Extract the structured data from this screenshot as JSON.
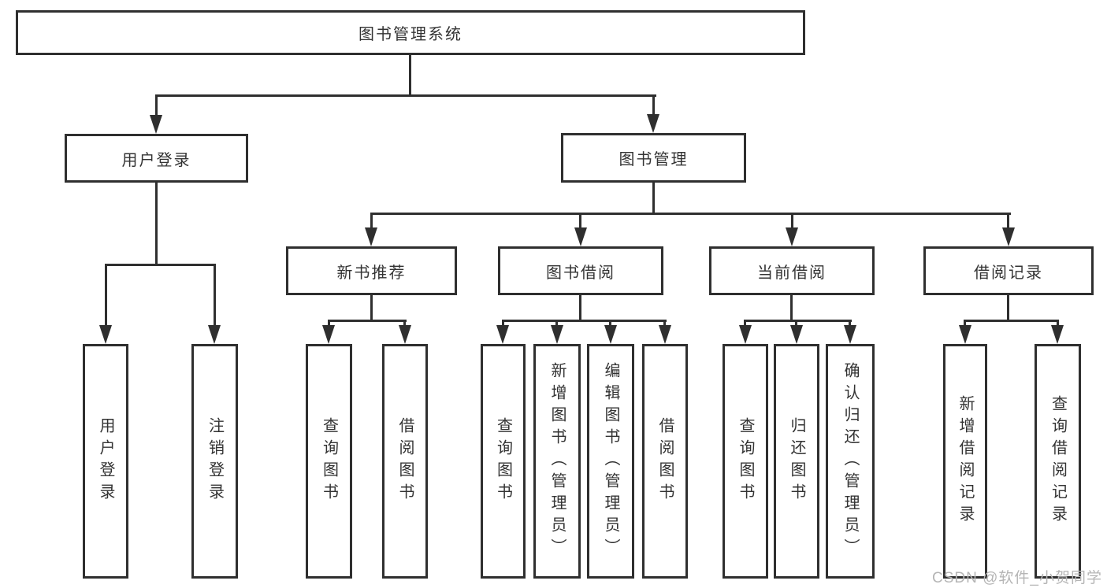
{
  "diagram": {
    "nodes": {
      "root": "图书管理系统",
      "user_login": "用户登录",
      "book_mgmt": "图书管理",
      "new_books": "新书推荐",
      "book_borrow": "图书借阅",
      "current_borrow": "当前借阅",
      "borrow_records": "借阅记录"
    },
    "leaves": {
      "user_login": [
        "用户登录",
        "注销登录"
      ],
      "new_books": [
        "查询图书",
        "借阅图书"
      ],
      "book_borrow": [
        "查询图书",
        "新增图书（管理员）",
        "编辑图书（管理员）",
        "借阅图书"
      ],
      "current_borrow": [
        "查询图书",
        "归还图书",
        "确认归还（管理员）"
      ],
      "borrow_records": [
        "新增借阅记录",
        "查询借阅记录"
      ]
    },
    "watermark": "CSDN @软件_小贺同学",
    "colors": {
      "line": "#2f2f2f",
      "text": "#333333",
      "background": "#ffffff",
      "watermark": "#b5b5b5"
    }
  }
}
